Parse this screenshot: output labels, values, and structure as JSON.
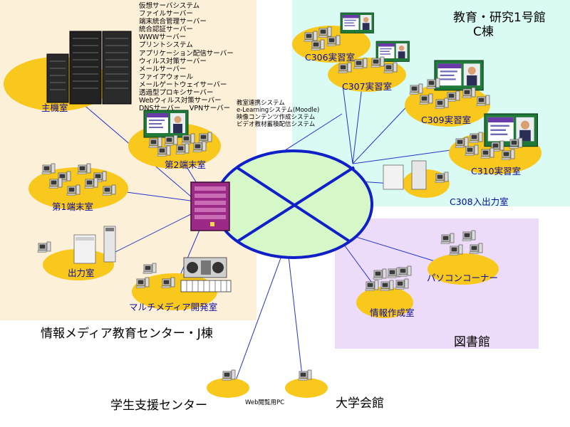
{
  "buildings": {
    "j": "情報メディア教育センター・J棟",
    "c_line1": "教育・研究1号館",
    "c_line2": "C棟",
    "library": "図書館",
    "student": "学生支援センター",
    "hall": "大学会館"
  },
  "rooms": {
    "server": "主機室",
    "term2": "第2端末室",
    "term1": "第1端末室",
    "output": "出力室",
    "multimedia": "マルチメディア開発室",
    "c306": "C306実習室",
    "c307": "C307実習室",
    "c309": "C309実習室",
    "c310": "C310実習室",
    "c308": "C308入出力室",
    "pc_corner": "パソコンコーナー",
    "info_create": "情報作成室"
  },
  "servers": [
    "仮想サーバシステム",
    "ファイルサーバー",
    "端末統合管理サーバー",
    "統合認証サーバー",
    "WWWサーバー",
    "プリントシステム",
    "アプリケーション配信サーバー",
    "ウィルス対策サーバー",
    "メールサーバー",
    "ファイアウォール",
    "メールゲートウェイサーバー",
    "透過型プロキシサーバー",
    "Webウィルス対策サーバー",
    "DNSサーバー　 VPNサーバー"
  ],
  "systems": [
    "教室連携システム",
    "e-Learningシステム(Moodle)",
    "映像コンテンツ作成システム",
    "ビデオ教材蓄積配信システム"
  ],
  "web_pc": "Web閲覧用PC",
  "colors": {
    "j_bg": "#fdf0d8",
    "c_bg": "#d9fbf3",
    "library_bg": "#eddcf9",
    "room_oval": "#f8c81c",
    "backbone_fill": "#d6f7c8",
    "backbone_stroke": "#1020c8",
    "link_line": "#2233cc",
    "room_text": "#0b0b9c",
    "switch": "#9a2a86"
  }
}
